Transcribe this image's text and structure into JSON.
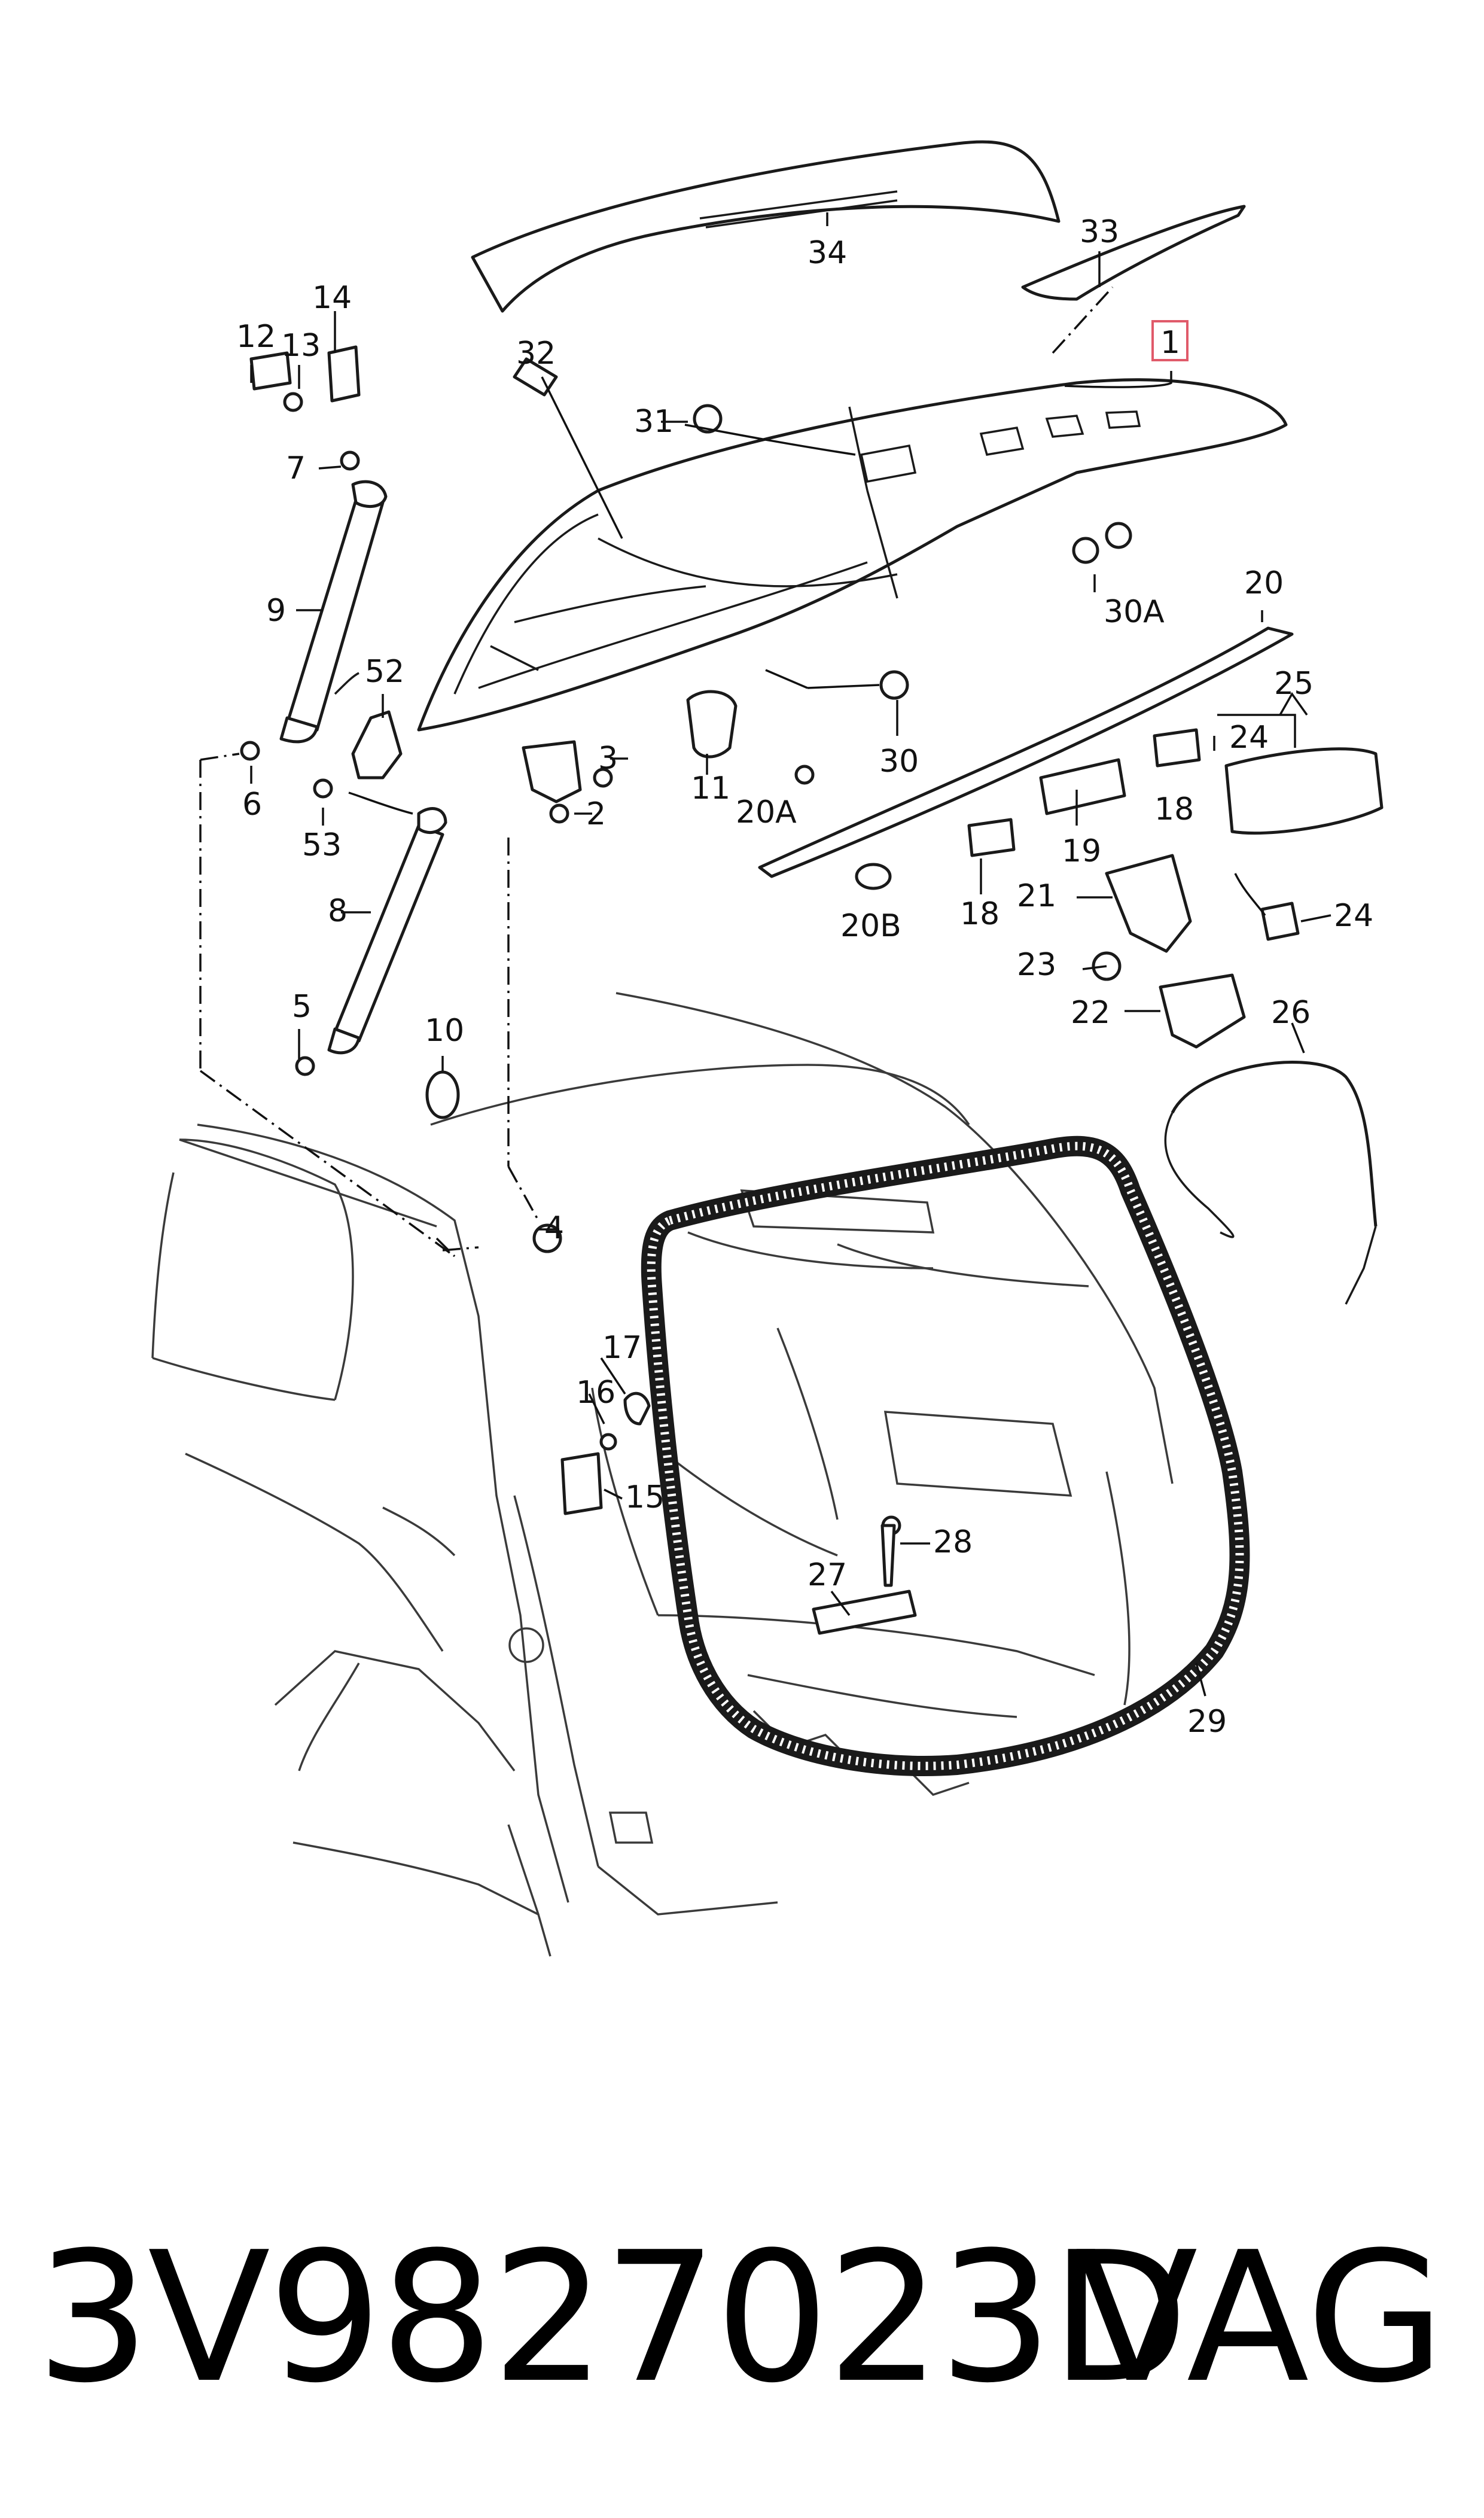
{
  "footer": {
    "part_number": "3V9827023D",
    "brand": "VAG"
  },
  "highlight_color": "#e05a6a",
  "callouts": {
    "c1": "1",
    "c2": "2",
    "c3": "3",
    "c4": "4",
    "c5": "5",
    "c6": "6",
    "c7": "7",
    "c8": "8",
    "c9": "9",
    "c10": "10",
    "c11": "11",
    "c12": "12",
    "c13": "13",
    "c14": "14",
    "c15": "15",
    "c16": "16",
    "c17": "17",
    "c18a": "18",
    "c18b": "18",
    "c19": "19",
    "c20": "20",
    "c20a": "20A",
    "c20b": "20B",
    "c21": "21",
    "c22": "22",
    "c23": "23",
    "c24a": "24",
    "c24b": "24",
    "c25": "25",
    "c26": "26",
    "c27": "27",
    "c28": "28",
    "c29": "29",
    "c30": "30",
    "c30a": "30A",
    "c31": "31",
    "c32": "32",
    "c33": "33",
    "c34": "34",
    "c52": "52",
    "c53": "53"
  }
}
